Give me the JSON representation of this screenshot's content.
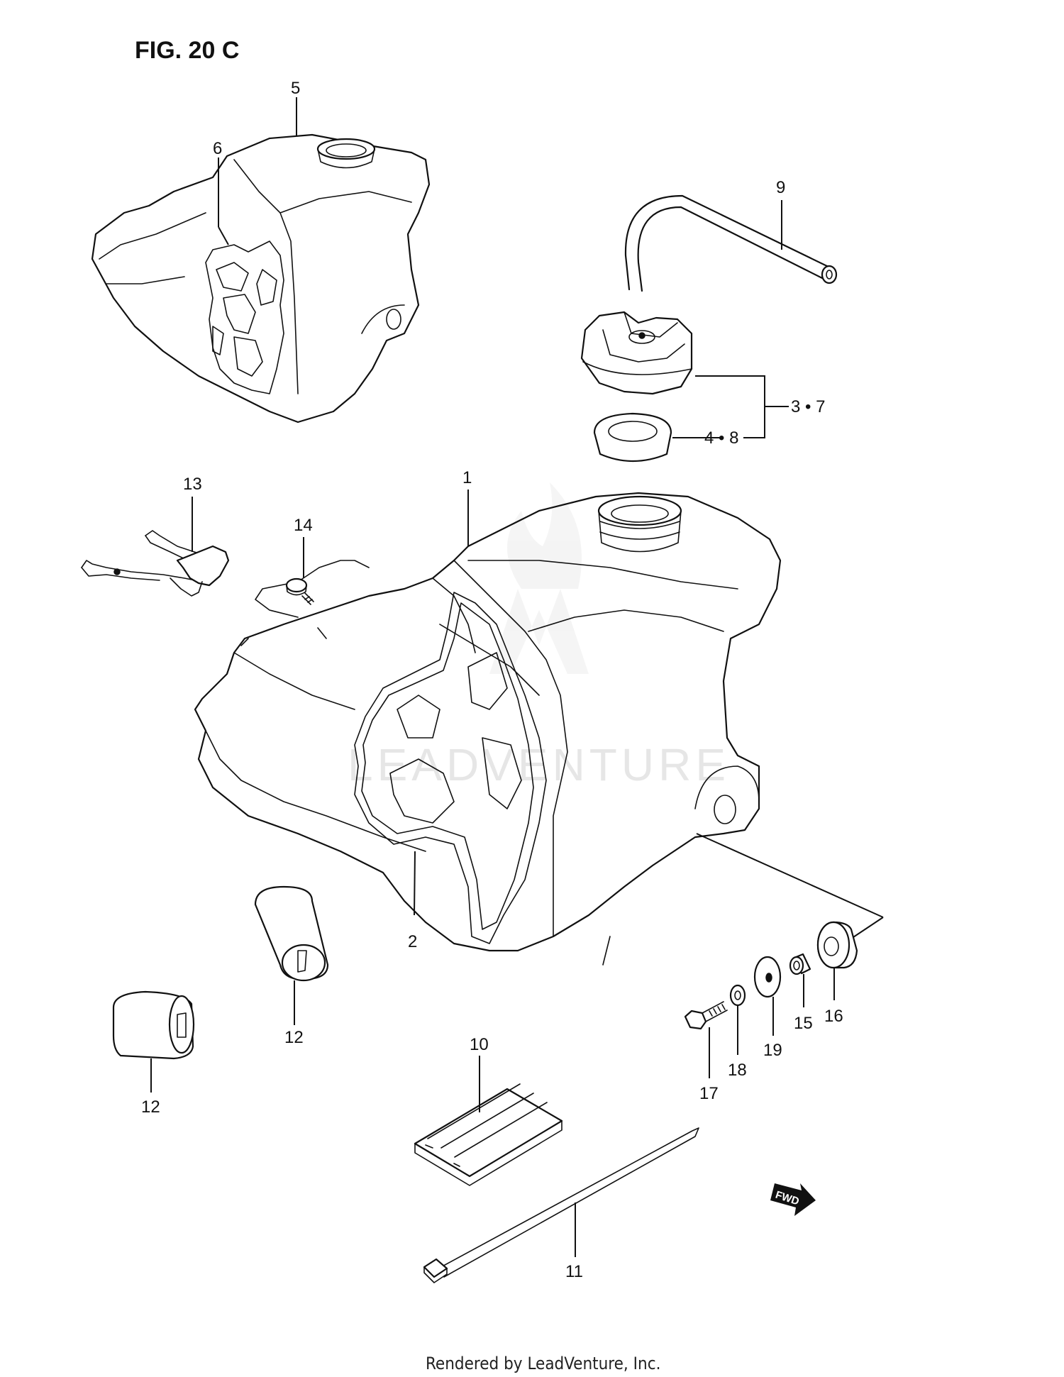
{
  "figure_title": "FIG. 20 C",
  "watermark": "LEADVENTURE",
  "fwd_label": "FWD",
  "footer": "Rendered by LeadVenture, Inc.",
  "callouts": {
    "n1": "1",
    "n2": "2",
    "n3_7": "3 • 7",
    "n4_8": "4 • 8",
    "n5": "5",
    "n6": "6",
    "n9": "9",
    "n10": "10",
    "n11": "11",
    "n12a": "12",
    "n12b": "12",
    "n13": "13",
    "n14": "14",
    "n15": "15",
    "n16": "16",
    "n17": "17",
    "n18": "18",
    "n19": "19"
  }
}
